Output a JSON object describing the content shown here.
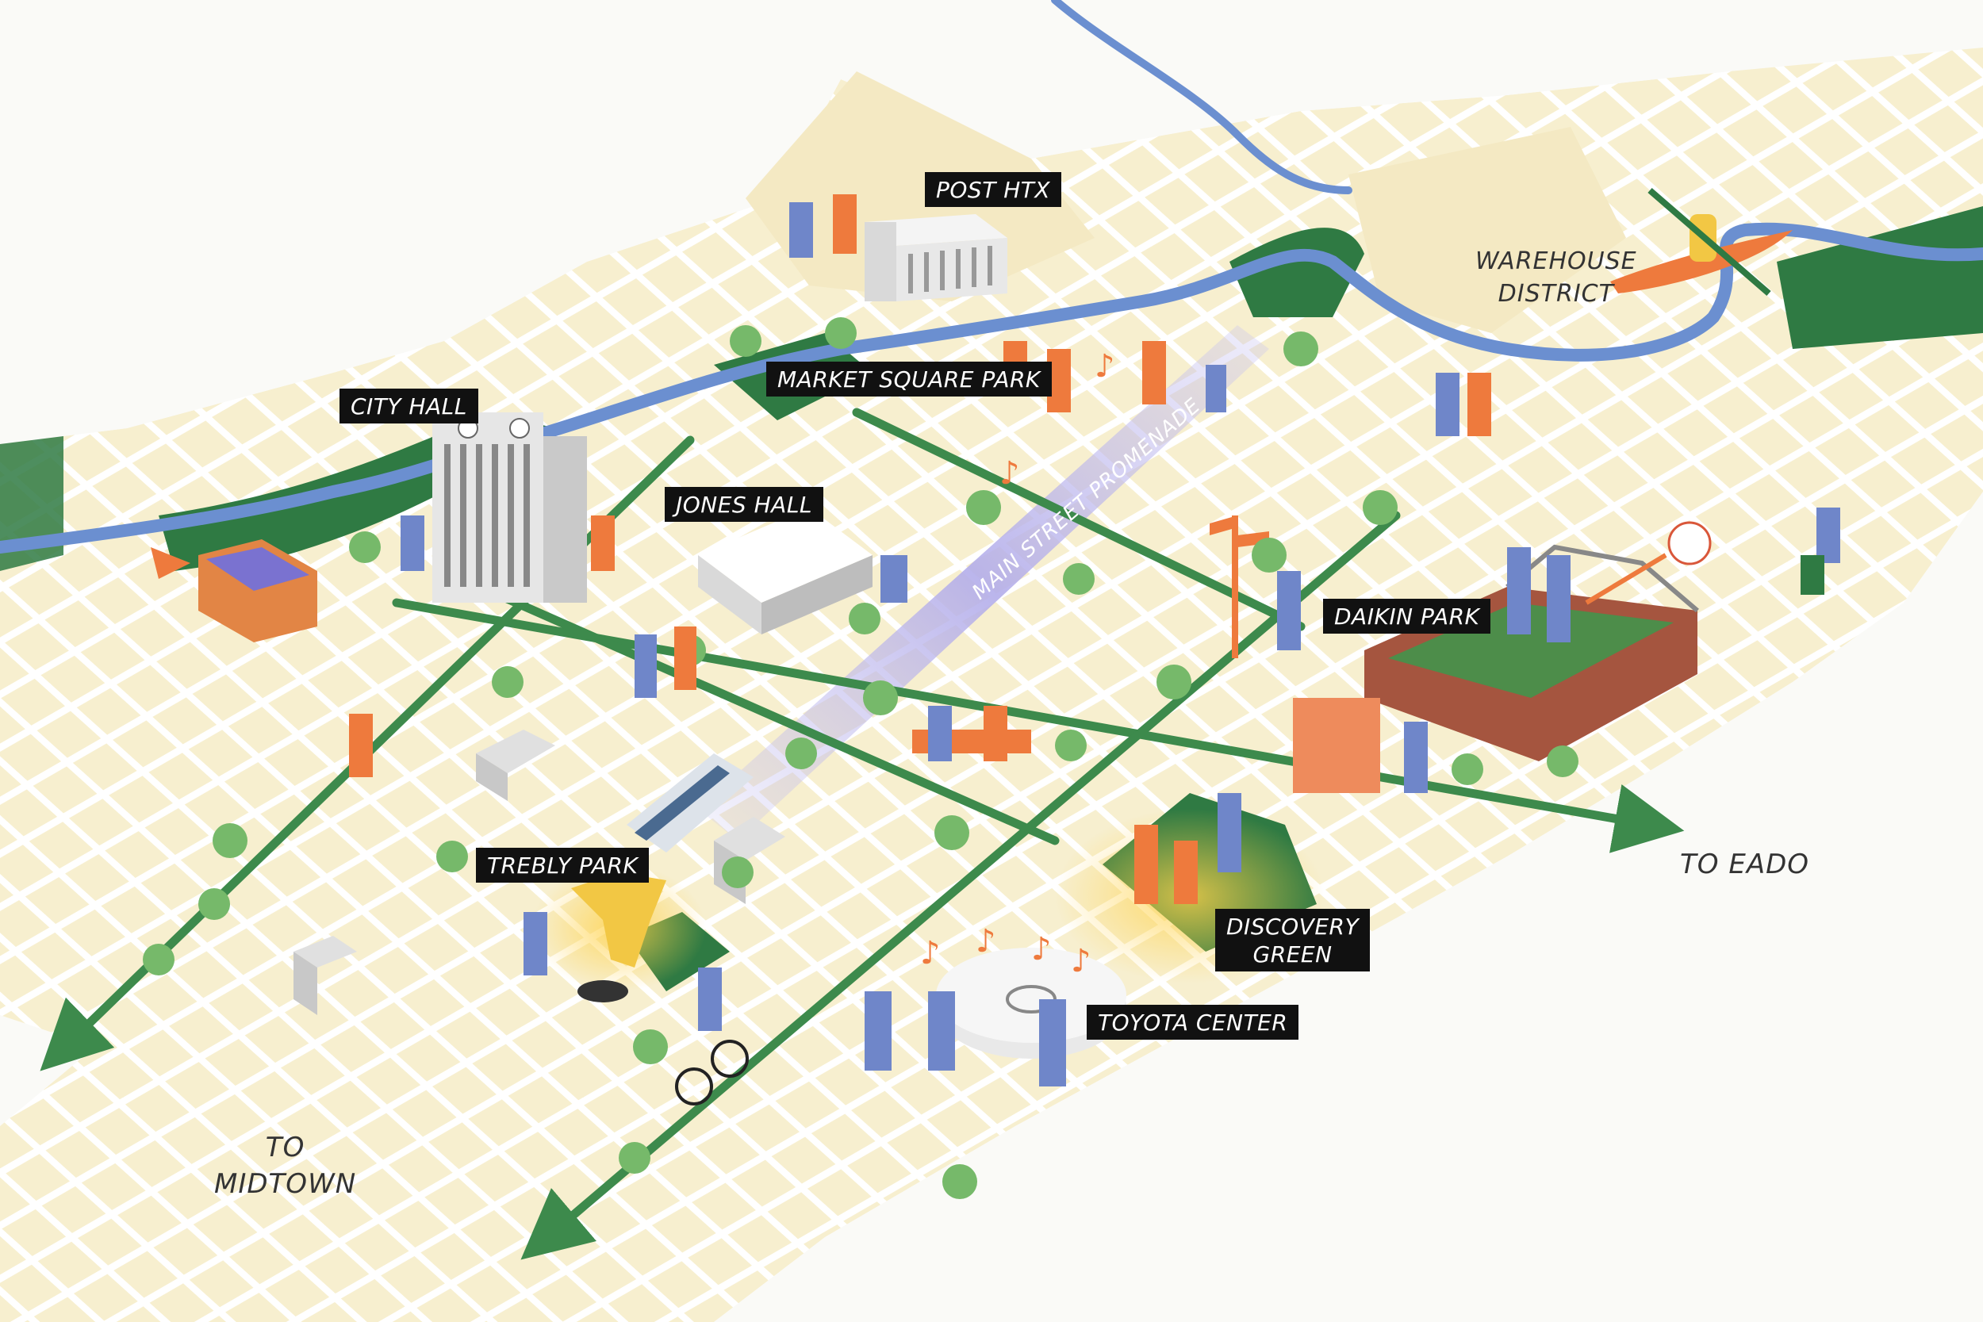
{
  "map": {
    "colors": {
      "background": "#fafaf7",
      "land": "#f4e9c3",
      "block": "#f7efcf",
      "street": "#ffffff",
      "river": "#6b8fd0",
      "park": "#2f7a43",
      "route": "#3d8a4c",
      "accent_orange": "#ee7a3d",
      "label_bg": "#111111",
      "promenade": "#b9b4ea"
    },
    "labels": {
      "post_htx": "POST HTX",
      "market_square_park": "MARKET SQUARE PARK",
      "city_hall": "CITY HALL",
      "jones_hall": "JONES HALL",
      "daikin_park": "DAIKIN PARK",
      "trebly_park": "TREBLY PARK",
      "discovery_green_1": "DISCOVERY",
      "discovery_green_2": "GREEN",
      "toyota_center": "TOYOTA CENTER"
    },
    "district_labels": {
      "warehouse_1": "WAREHOUSE",
      "warehouse_2": "DISTRICT"
    },
    "street_labels": {
      "main_street_promenade": "MAIN STREET PROMENADE"
    },
    "destinations": {
      "eado": "TO EADO",
      "midtown_1": "TO",
      "midtown_2": "MIDTOWN"
    },
    "icons": [
      "river",
      "park-green",
      "tree-icon",
      "building-icon",
      "person-icon",
      "kayak-icon",
      "baseball-icon",
      "music-note-icon",
      "streetcar-icon",
      "arrow-icon",
      "signpost-icon",
      "bench-icon",
      "stadium-icon"
    ]
  }
}
